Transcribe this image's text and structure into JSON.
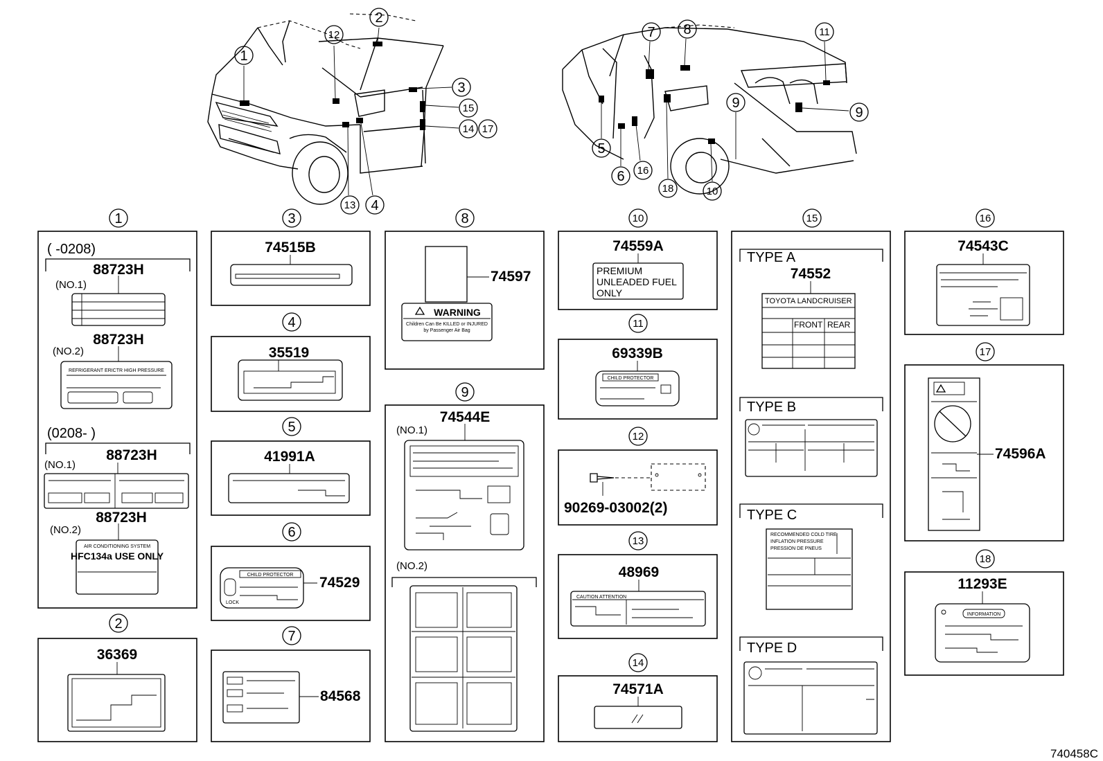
{
  "diagram": {
    "drawing_id": "740458C",
    "callouts": [
      "1",
      "2",
      "3",
      "4",
      "5",
      "6",
      "7",
      "8",
      "9",
      "10",
      "11",
      "12",
      "13",
      "14",
      "15",
      "16",
      "17",
      "18"
    ],
    "panels": {
      "p1": {
        "range_a": "(        -0208)",
        "range_b": "(0208-        )",
        "parts": [
          "88723H",
          "88723H",
          "88723H",
          "88723H"
        ],
        "no1": "(NO.1)",
        "no2": "(NO.2)",
        "label_text_a": "REFRIGERANT ERICTR HIGH PRESSURE",
        "label_text_b": "HFC134a USE ONLY",
        "label_text_c": "AIR CONDITIONING SYSTEM"
      },
      "p2": {
        "part": "36369"
      },
      "p3": {
        "part": "74515B"
      },
      "p4": {
        "part": "35519"
      },
      "p5": {
        "part": "41991A"
      },
      "p6": {
        "part": "74529",
        "lock": "LOCK",
        "header": "CHILD PROTECTOR"
      },
      "p7": {
        "part": "84568"
      },
      "p8": {
        "part": "74597",
        "warning": "WARNING",
        "line1": "Children Can Be KILLED or INJURED",
        "line2": "by Passenger Air Bag"
      },
      "p9": {
        "part": "74544E",
        "no1": "(NO.1)",
        "no2": "(NO.2)"
      },
      "p10": {
        "part": "74559A",
        "line1": "PREMIUM",
        "line2": "UNLEADED FUEL",
        "line3": "ONLY"
      },
      "p11": {
        "part": "69339B",
        "header": "CHILD PROTECTOR"
      },
      "p12": {
        "part": "90269-03002(2)"
      },
      "p13": {
        "part": "48969",
        "header": "CAUTION  ATTENTION"
      },
      "p14": {
        "part": "74571A"
      },
      "p15": {
        "type_a": "TYPE A",
        "type_b": "TYPE B",
        "type_c": "TYPE C",
        "type_d": "TYPE D",
        "part": "74552",
        "model": "TOYOTA  LANDCRUISER",
        "front": "FRONT",
        "rear": "REAR",
        "c_line1": "RECOMMENDED COLD TIRE",
        "c_line2": "INFLATION PRESSURE",
        "c_line3": "PRESSION DE PNEUS"
      },
      "p16": {
        "part": "74543C"
      },
      "p17": {
        "part": "74596A"
      },
      "p18": {
        "part": "11293E",
        "header": "INFORMATION"
      }
    }
  }
}
